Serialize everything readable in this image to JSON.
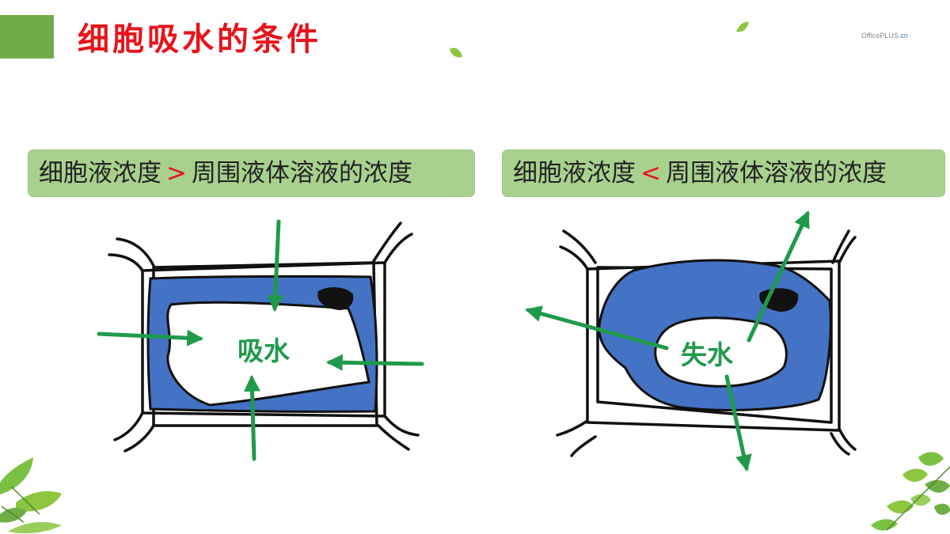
{
  "title": "细胞吸水的条件",
  "brand": {
    "prefix": "OfficePLUS",
    "suffix": ".cn"
  },
  "panels": [
    {
      "condition": {
        "left": "细胞液浓度",
        "operator": ">",
        "right": "周围液体溶液的浓度"
      },
      "label": "吸水"
    },
    {
      "condition": {
        "left": "细胞液浓度",
        "operator": "<",
        "right": "周围液体溶液的浓度"
      },
      "label": "失水"
    }
  ],
  "colors": {
    "title": "#e8141b",
    "accent_bar": "#6fae47",
    "condition_box": "#a9d18e",
    "operator": "#e8141b",
    "cytoplasm": "#4472c4",
    "arrow": "#1f9a4a",
    "nucleus": "#111111"
  },
  "icons": [
    "leaf-decoration",
    "nucleus",
    "water-arrow"
  ]
}
